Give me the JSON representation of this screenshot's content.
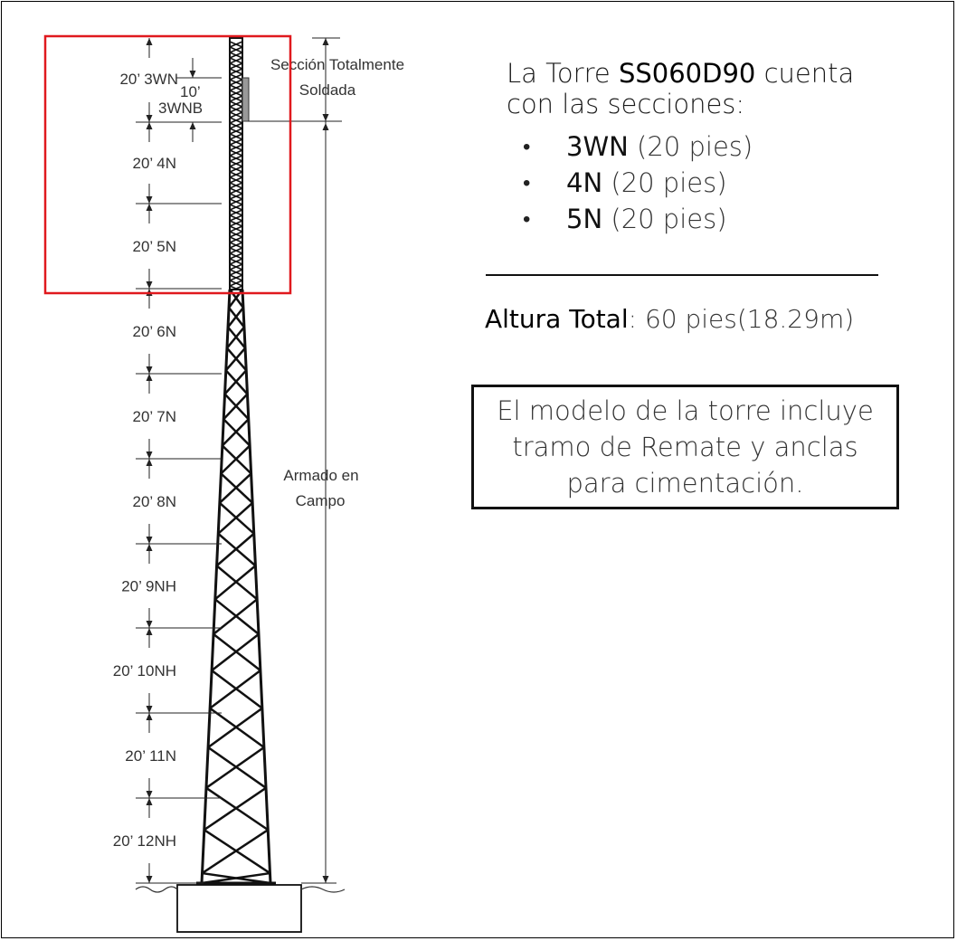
{
  "tower": {
    "sections": [
      {
        "length": "20’",
        "name": "3WN"
      },
      {
        "length": "20’",
        "name": "4N"
      },
      {
        "length": "20’",
        "name": "5N"
      },
      {
        "length": "20’",
        "name": "6N"
      },
      {
        "length": "20’",
        "name": "7N"
      },
      {
        "length": "20’",
        "name": "8N"
      },
      {
        "length": "20’",
        "name": "9NH"
      },
      {
        "length": "20’",
        "name": "10NH"
      },
      {
        "length": "20’",
        "name": "11N"
      },
      {
        "length": "20’",
        "name": "12NH"
      }
    ],
    "sub_length": "10’",
    "sub_name": "3WNB",
    "welded_label_1": "Sección Totalmente",
    "welded_label_2": "Soldada",
    "field_label_1": "Armado en",
    "field_label_2": "Campo",
    "highlight_color": "#e0191e"
  },
  "info": {
    "intro_pre": "La Torre ",
    "model": "SS060D90",
    "intro_mid": " cuenta",
    "intro_line2": "con las secciones:",
    "list": [
      {
        "name": "3WN",
        "detail": " (20 pies)"
      },
      {
        "name": "4N",
        "detail": " (20 pies)"
      },
      {
        "name": "5N",
        "detail": " (20 pies)"
      }
    ],
    "height_key": "Altura Total",
    "height_value": ": 60 pies(18.29m)",
    "note": "El modelo de la torre incluye tramo de Remate y anclas para cimentación."
  }
}
